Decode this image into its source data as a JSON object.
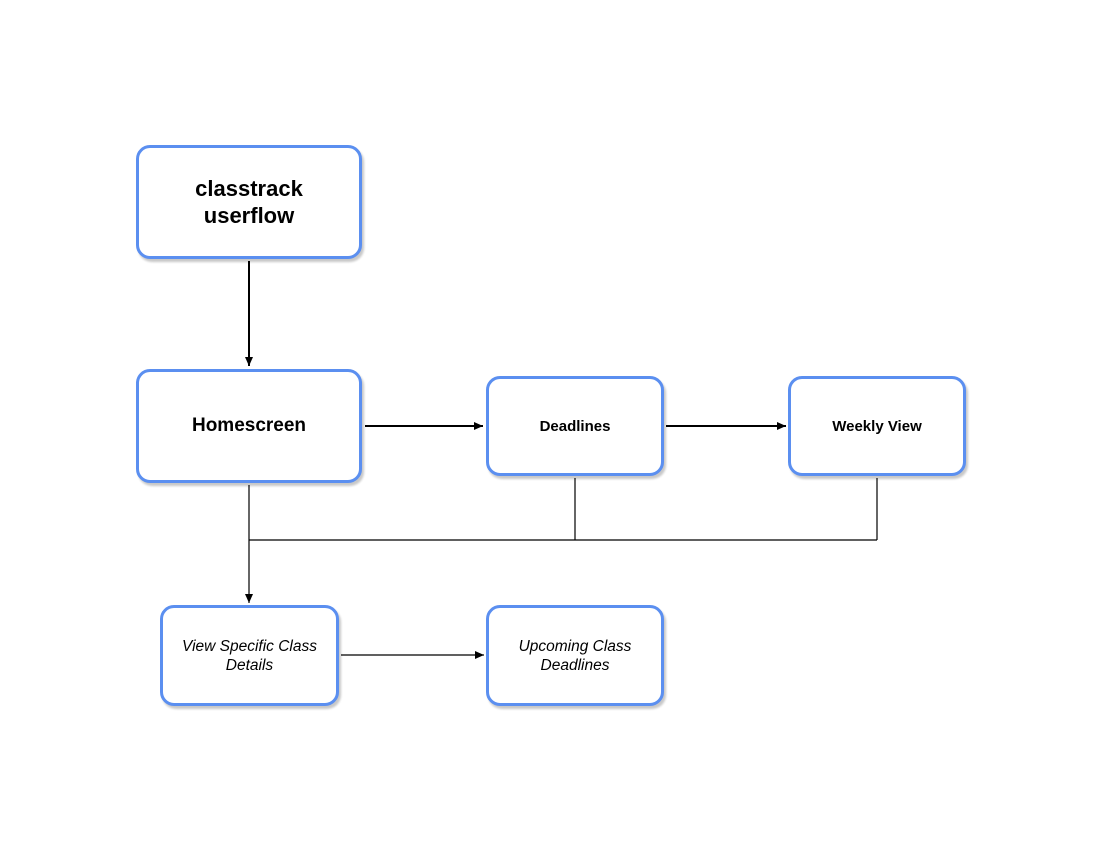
{
  "colors": {
    "node_border": "#5b8ff0",
    "connector": "#000000"
  },
  "nodes": {
    "title": {
      "line1": "classtrack",
      "line2": "userflow"
    },
    "homescreen": {
      "label": "Homescreen"
    },
    "deadlines": {
      "label": "Deadlines"
    },
    "weekly_view": {
      "label": "Weekly View"
    },
    "class_details": {
      "line1": "View Specific Class",
      "line2": "Details"
    },
    "upcoming_deadlines": {
      "line1": "Upcoming Class",
      "line2": "Deadlines"
    }
  }
}
